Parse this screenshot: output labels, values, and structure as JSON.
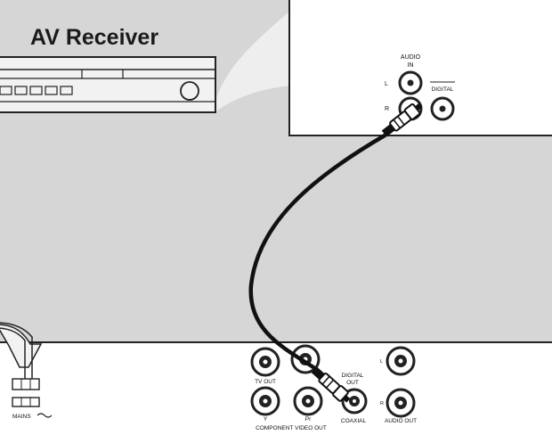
{
  "title": "AV Receiver",
  "receiver_panel": {
    "audio_in_label": "AUDIO",
    "audio_in_sub": "IN",
    "left_label": "L",
    "right_label": "R",
    "digital_label": "DIGITAL"
  },
  "player_panel": {
    "tv_out_label": "TV OUT",
    "y_label": "Y",
    "pr_label": "Pr",
    "component_label": "COMPONENT VIDEO OUT",
    "digital_out_label": "DIGITAL",
    "digital_out_sub": "OUT",
    "coaxial_label": "COAXIAL",
    "audio_l_label": "L",
    "audio_r_label": "R",
    "audio_out_label": "AUDIO OUT",
    "mains_label": "MAINS"
  },
  "colors": {
    "background": "#d6d6d6",
    "panel": "#ffffff",
    "outline": "#222222",
    "cable": "#111111"
  }
}
